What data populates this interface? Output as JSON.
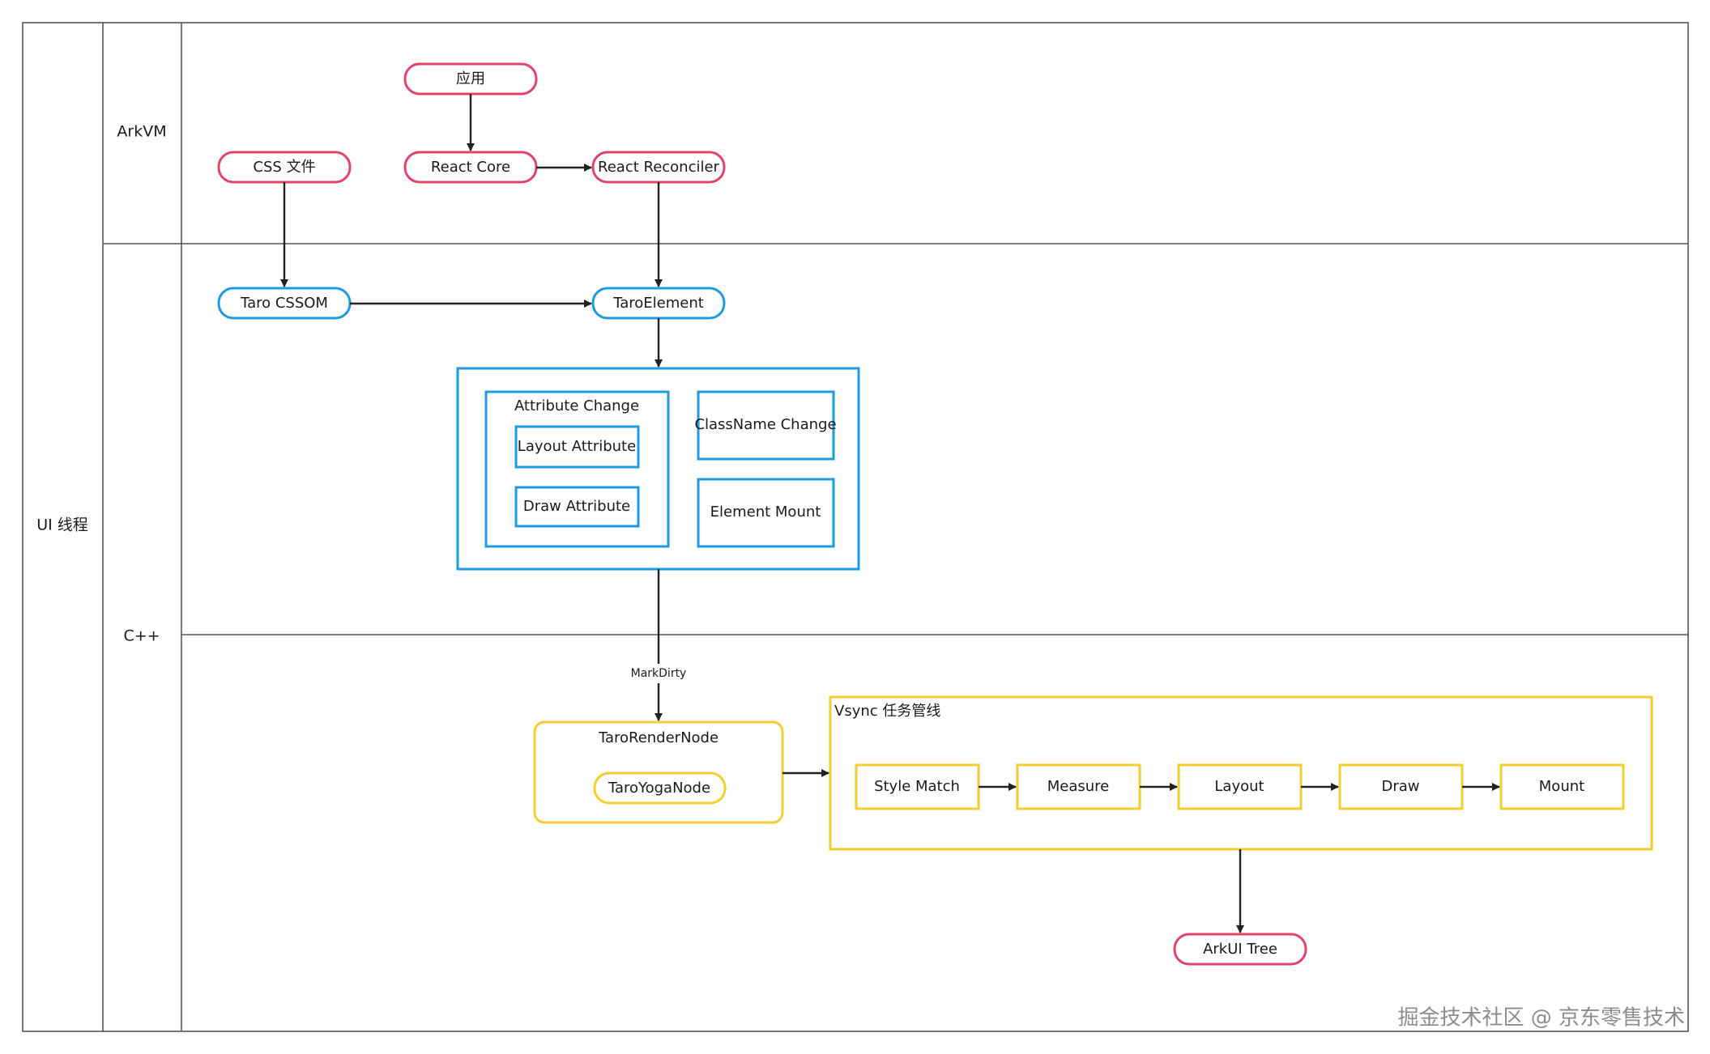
{
  "colors": {
    "app": "#e0446a",
    "cpp": "#1e9be0",
    "render": "#f2cf2e",
    "line": "#555555"
  },
  "lanes": {
    "ui_thread": "UI 线程",
    "arkvm": "ArkVM",
    "cpp": "C++"
  },
  "nodes": {
    "app": "应用",
    "react_core": "React Core",
    "react_reconciler": "React Reconciler",
    "css_file": "CSS 文件",
    "taro_cssom": "Taro CSSOM",
    "taro_element": "TaroElement",
    "attribute_change": "Attribute Change",
    "layout_attribute": "Layout Attribute",
    "draw_attribute": "Draw Attribute",
    "classname_change": "ClassName Change",
    "element_mount": "Element Mount",
    "markdirty": "MarkDirty",
    "taro_render_node": "TaroRenderNode",
    "taro_yoga_node": "TaroYogaNode",
    "vsync_pipeline": "Vsync 任务管线",
    "style_match": "Style Match",
    "measure": "Measure",
    "layout": "Layout",
    "draw": "Draw",
    "mount": "Mount",
    "arkui_tree": "ArkUI Tree"
  },
  "watermark": "掘金技术社区 @ 京东零售技术"
}
